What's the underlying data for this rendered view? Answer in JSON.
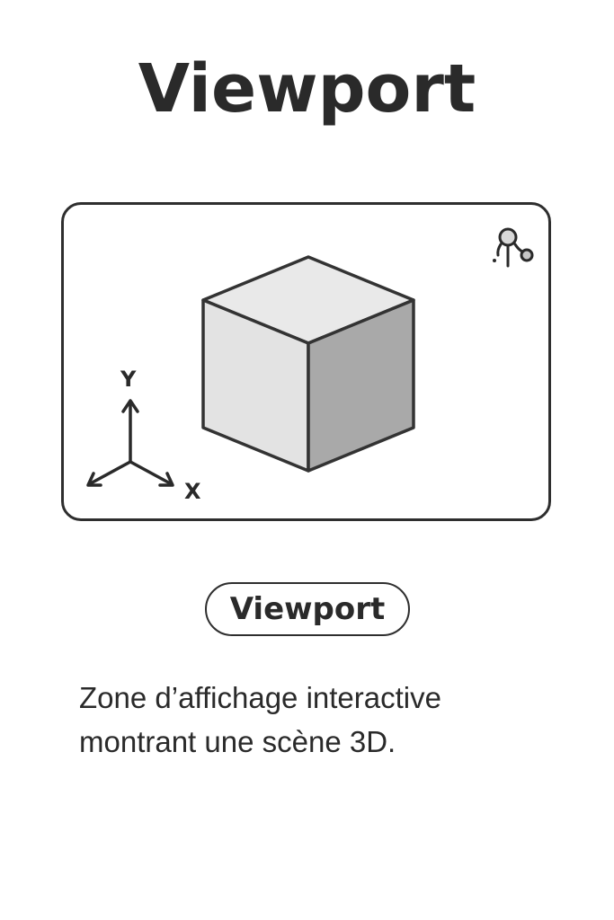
{
  "header": {
    "title": "Viewport"
  },
  "viewport": {
    "axes": {
      "y_label": "Y",
      "x_label": "X"
    },
    "gizmo_icon": "orbit-gizmo-icon",
    "object": "cube",
    "colors": {
      "frame": "#2e2e2e",
      "cube_top": "#e9e9e9",
      "cube_left": "#e3e3e3",
      "cube_right": "#a9a9a9"
    }
  },
  "caption": {
    "label": "Viewport"
  },
  "description": {
    "line1": "Zone d’affichage interactive",
    "line2": "montrant une scène 3D."
  }
}
